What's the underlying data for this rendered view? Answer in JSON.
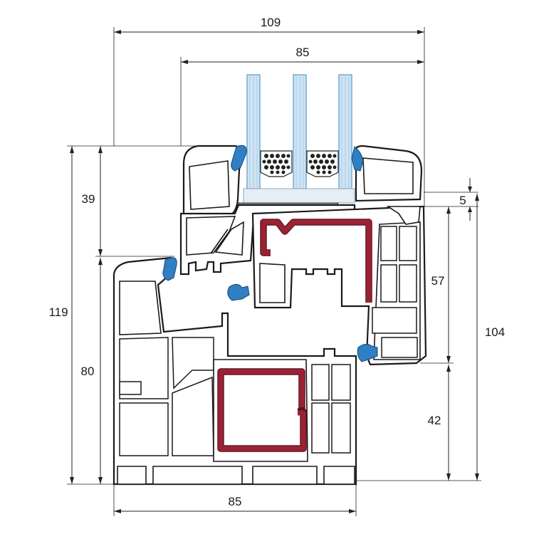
{
  "dimensions": {
    "overall_width": "109",
    "glazing_width": "85",
    "sash_height": "39",
    "frame_height_total": "119",
    "frame_lower": "80",
    "overlap": "5",
    "sash_profile": "57",
    "frame_profile": "42",
    "right_total": "104",
    "frame_width": "85"
  },
  "colors": {
    "steel": "#9b2233",
    "glass": "#cfe3f2",
    "gasket": "#2f7fc2",
    "pvc_outline": "#1a1a1a"
  },
  "icons": [
    "window-profile-cross-section"
  ]
}
